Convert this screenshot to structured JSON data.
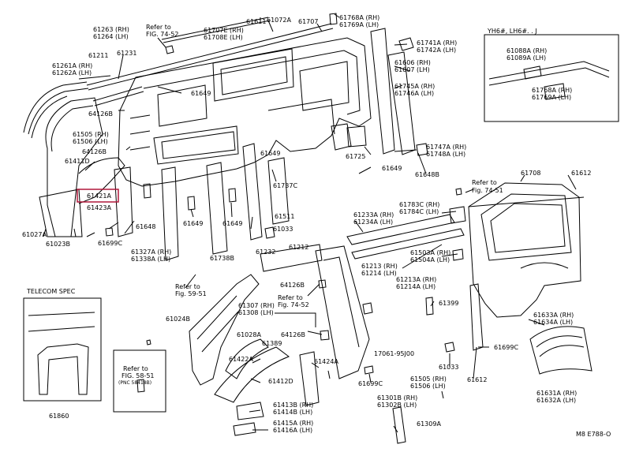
{
  "diagram": {
    "labels": {
      "refer_fig_74_52_top_a": "Refer to",
      "refer_fig_74_52_top_b": "FIG. 74-52",
      "refer_fig_74_51_a": "Refer to",
      "refer_fig_74_51_b": "Fig. 74-51",
      "refer_fig_59_51_a": "Refer to",
      "refer_fig_59_51_b": "Fig. 59-51",
      "refer_fig_74_52_mid_a": "Refer to",
      "refer_fig_74_52_mid_b": "Fig. 74-52",
      "refer_fig_58_51_a": "Refer to",
      "refer_fig_58_51_b": "FIG. 58-51",
      "refer_fig_58_51_c": "(PNC 58418B)",
      "telecom_spec": "TELECOM SPEC",
      "inset_title": "YH6#, LH6#. .   J",
      "code_61263": "61263 (RH)",
      "code_61264": "61264 (LH)",
      "code_61707E": "61707E (RH)",
      "code_61708E": "61708E (LH)",
      "code_61611": "61611",
      "code_61072A": "61072A",
      "code_61707": "61707",
      "code_61768A_top": "61768A (RH)",
      "code_61769A_top": "61769A (LH)",
      "code_61211": "61211",
      "code_61231": "61231",
      "code_61261A": "61261A (RH)",
      "code_61262A": "61262A (LH)",
      "code_61741A": "61741A (RH)",
      "code_61742A": "61742A (LH)",
      "code_61606": "61606 (RH)",
      "code_61607": "61607 (LH)",
      "code_61649_a": "61649",
      "code_61745A": "61745A (RH)",
      "code_61746A": "61746A (LH)",
      "code_64126B_a": "64126B",
      "code_61505": "61505 (RH)",
      "code_61506": "61506 (LH)",
      "code_64126B_b": "64126B",
      "code_61411D": "61411D",
      "code_61649_b": "61649",
      "code_61725": "61725",
      "code_61747A": "61747A (RH)",
      "code_61748A": "61748A (LH)",
      "code_61649_c": "61649",
      "code_61648B": "61648B",
      "code_61421A": "61421A",
      "code_61423A": "61423A",
      "code_61737C": "61737C",
      "code_61708": "61708",
      "code_61612": "61612",
      "code_61783C": "61783C (RH)",
      "code_61784C": "61784C (LH)",
      "code_61233A": "61233A (RH)",
      "code_61234A": "61234A (LH)",
      "code_61511": "61511",
      "code_61648": "61648",
      "code_61649_d": "61649",
      "code_61649_e": "61649",
      "code_61027A": "61027A",
      "code_61023B": "61023B",
      "code_61699C_a": "61699C",
      "code_61033_a": "61033",
      "code_61327A": "61327A (RH)",
      "code_61338A": "61338A (LH)",
      "code_61738B": "61738B",
      "code_61232": "61232",
      "code_61212": "61212",
      "code_61503A": "61503A (RH)",
      "code_61504A": "61504A (LH)",
      "code_61213": "61213 (RH)",
      "code_61214": "61214 (LH)",
      "code_61213A": "61213A (RH)",
      "code_61214A": "61214A (LH)",
      "code_64126B_c": "64126B",
      "code_61307": "61307 (RH)",
      "code_61308": "61308 (LH)",
      "code_61399": "61399",
      "code_61024B": "61024B",
      "code_61028A": "61028A",
      "code_64126B_d": "64126B",
      "code_61389": "61389",
      "code_61633A": "61633A (RH)",
      "code_61634A": "61634A (LH)",
      "code_61699C_b": "61699C",
      "code_61860": "61860",
      "code_61422A": "61422A",
      "code_61424A": "61424A",
      "code_17061": "17061-95J00",
      "code_61033_b": "61033",
      "code_61699C_c": "61699C",
      "code_61505_b": "61505 (RH)",
      "code_61506_b": "61506 (LH)",
      "code_61412D": "61412D",
      "code_61612_b": "61612",
      "code_61413B": "61413B (RH)",
      "code_61414B": "61414B (LH)",
      "code_61301B": "61301B (RH)",
      "code_61302B": "61302B (LH)",
      "code_61631A": "61631A (RH)",
      "code_61632A": "61632A (LH)",
      "code_61415A": "61415A (RH)",
      "code_61416A": "61416A (LH)",
      "code_61309A": "61309A",
      "code_61088A": "61088A (RH)",
      "code_61089A": "61089A (LH)",
      "code_61768A_inset": "61768A (RH)",
      "code_61769A_inset": "61769A (LH)",
      "footer": "M8   E788-O"
    },
    "highlight_color": "#b0193b"
  }
}
